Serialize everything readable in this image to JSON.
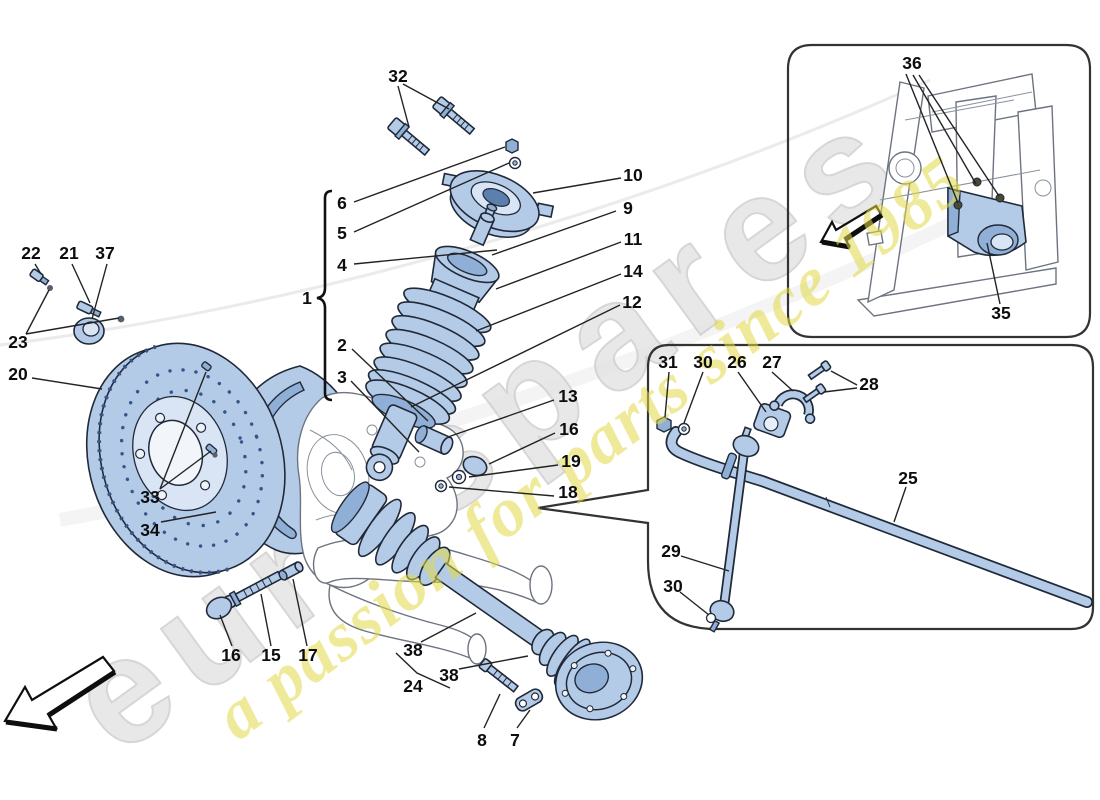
{
  "watermark": {
    "brand_text": "eurospares",
    "tagline_text": "a passion for parts since 1985",
    "brand_color": "#e3e3e3",
    "tagline_color": "#e2da48"
  },
  "palette": {
    "part_blue": "#b4cbe8",
    "part_blue_dark": "#8fafd6",
    "part_outline": "#202938",
    "line_art_gray": "#6d7480",
    "callout_color": "#0d0d0d",
    "box_border": "#333333"
  },
  "callouts": [
    {
      "text": "32"
    },
    {
      "text": "6"
    },
    {
      "text": "5"
    },
    {
      "text": "4"
    },
    {
      "text": "1"
    },
    {
      "text": "2"
    },
    {
      "text": "3"
    },
    {
      "text": "10"
    },
    {
      "text": "9"
    },
    {
      "text": "11"
    },
    {
      "text": "14"
    },
    {
      "text": "12"
    },
    {
      "text": "13"
    },
    {
      "text": "16"
    },
    {
      "text": "19"
    },
    {
      "text": "18"
    },
    {
      "text": "22"
    },
    {
      "text": "21"
    },
    {
      "text": "37"
    },
    {
      "text": "23"
    },
    {
      "text": "20"
    },
    {
      "text": "33"
    },
    {
      "text": "34"
    },
    {
      "text": "16"
    },
    {
      "text": "15"
    },
    {
      "text": "17"
    },
    {
      "text": "38"
    },
    {
      "text": "38"
    },
    {
      "text": "24"
    },
    {
      "text": "8"
    },
    {
      "text": "7"
    },
    {
      "text": "29"
    },
    {
      "text": "30"
    },
    {
      "text": "31"
    },
    {
      "text": "30"
    },
    {
      "text": "26"
    },
    {
      "text": "27"
    },
    {
      "text": "28"
    },
    {
      "text": "25"
    },
    {
      "text": "36"
    },
    {
      "text": "35"
    }
  ]
}
